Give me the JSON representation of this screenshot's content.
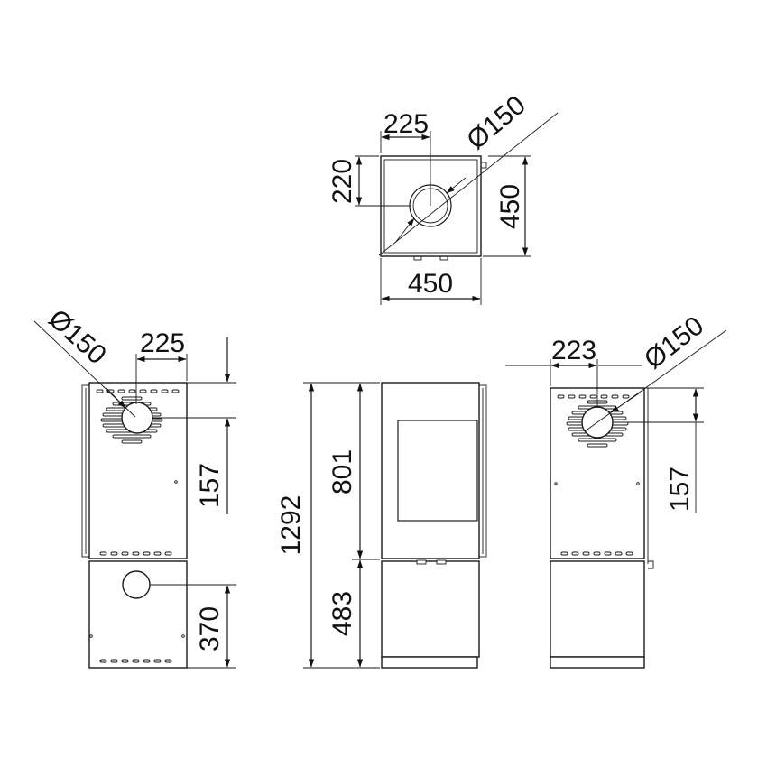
{
  "top_view": {
    "flue_offset_x": "225",
    "flue_diameter": "Ø150",
    "flue_offset_y": "220",
    "depth": "450",
    "width": "450"
  },
  "back_view": {
    "flue_diameter": "Ø150",
    "flue_offset_x": "225",
    "flue_offset_top": "157",
    "lower_outlet_height": "370"
  },
  "front_view": {
    "total_height": "1292",
    "upper_section_height": "801",
    "lower_section_height": "483"
  },
  "side_view": {
    "flue_offset_x": "223",
    "flue_diameter": "Ø150",
    "flue_offset_top": "157"
  }
}
